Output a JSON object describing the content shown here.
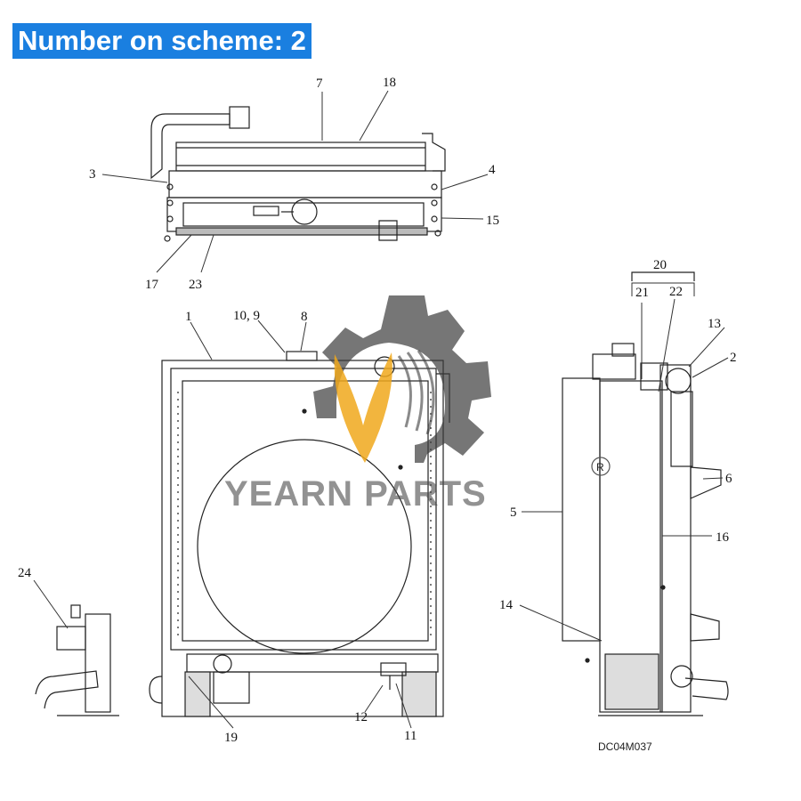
{
  "header": {
    "scheme_label": "Number on scheme: 2"
  },
  "drawing_code": "DC04M037",
  "watermark": {
    "text": "YEARN PARTS",
    "registered_mark": "R",
    "gear_color": "#3c3c3c",
    "flame_color": "#f0a81c"
  },
  "callouts": {
    "n7": "7",
    "n18": "18",
    "n3": "3",
    "n4": "4",
    "n15": "15",
    "n17": "17",
    "n23": "23",
    "n1": "1",
    "n10_9": "10, 9",
    "n8": "8",
    "n20": "20",
    "n21": "21",
    "n22": "22",
    "n13": "13",
    "n2": "2",
    "n6": "6",
    "n5": "5",
    "n16": "16",
    "n24": "24",
    "n14": "14",
    "n12": "12",
    "n11": "11",
    "n19": "19"
  }
}
